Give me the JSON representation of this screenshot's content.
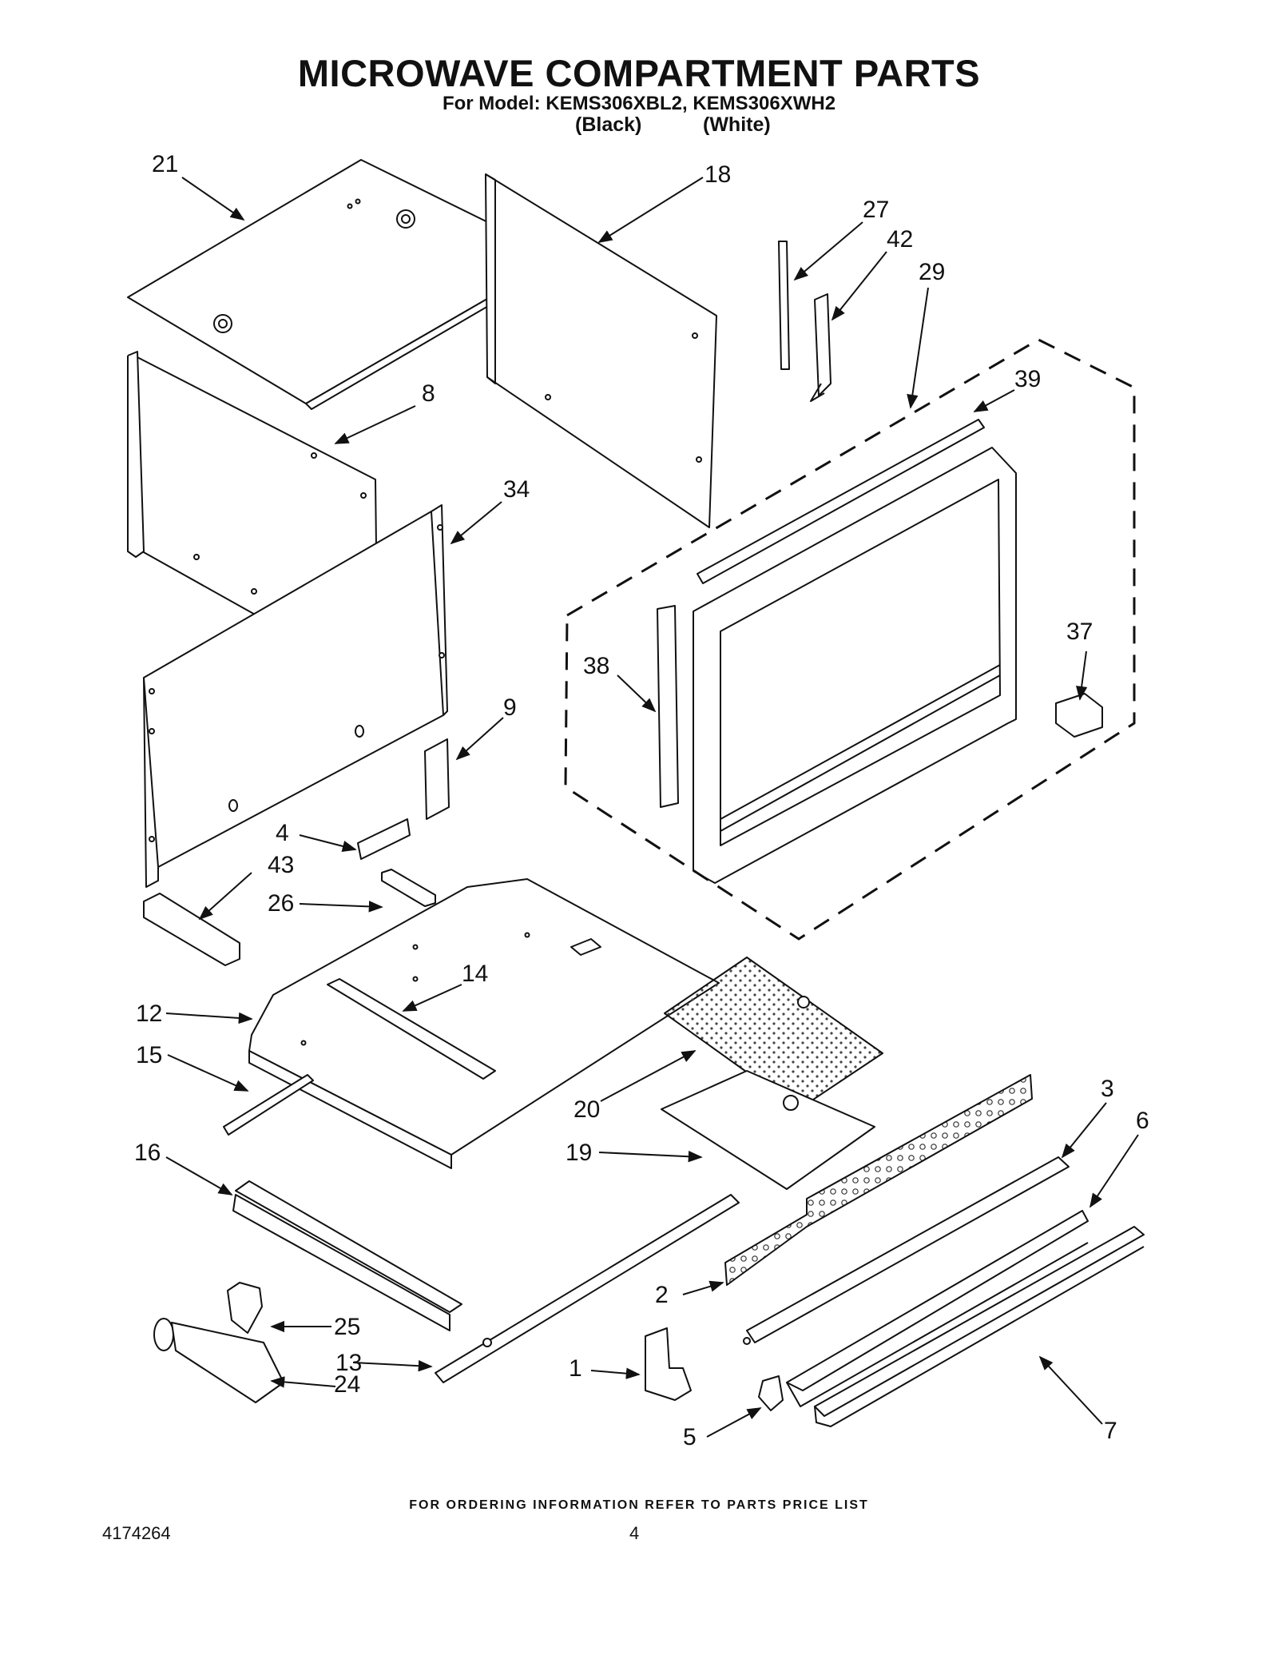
{
  "header": {
    "title": "MICROWAVE COMPARTMENT PARTS",
    "model_line": "For Model: KEMS306XBL2, KEMS306XWH2",
    "variant_black": "(Black)",
    "variant_white": "(White)"
  },
  "callouts": {
    "c1": "1",
    "c2": "2",
    "c3": "3",
    "c4": "4",
    "c5": "5",
    "c6": "6",
    "c7": "7",
    "c8": "8",
    "c9": "9",
    "c12": "12",
    "c13": "13",
    "c14": "14",
    "c15": "15",
    "c16": "16",
    "c18": "18",
    "c19": "19",
    "c20": "20",
    "c21": "21",
    "c24": "24",
    "c25": "25",
    "c26": "26",
    "c27": "27",
    "c29": "29",
    "c34": "34",
    "c37": "37",
    "c38": "38",
    "c39": "39",
    "c42": "42",
    "c43": "43"
  },
  "footer": {
    "ordering_note": "FOR ORDERING INFORMATION REFER TO PARTS PRICE LIST",
    "doc_number": "4174264",
    "page_number": "4"
  }
}
